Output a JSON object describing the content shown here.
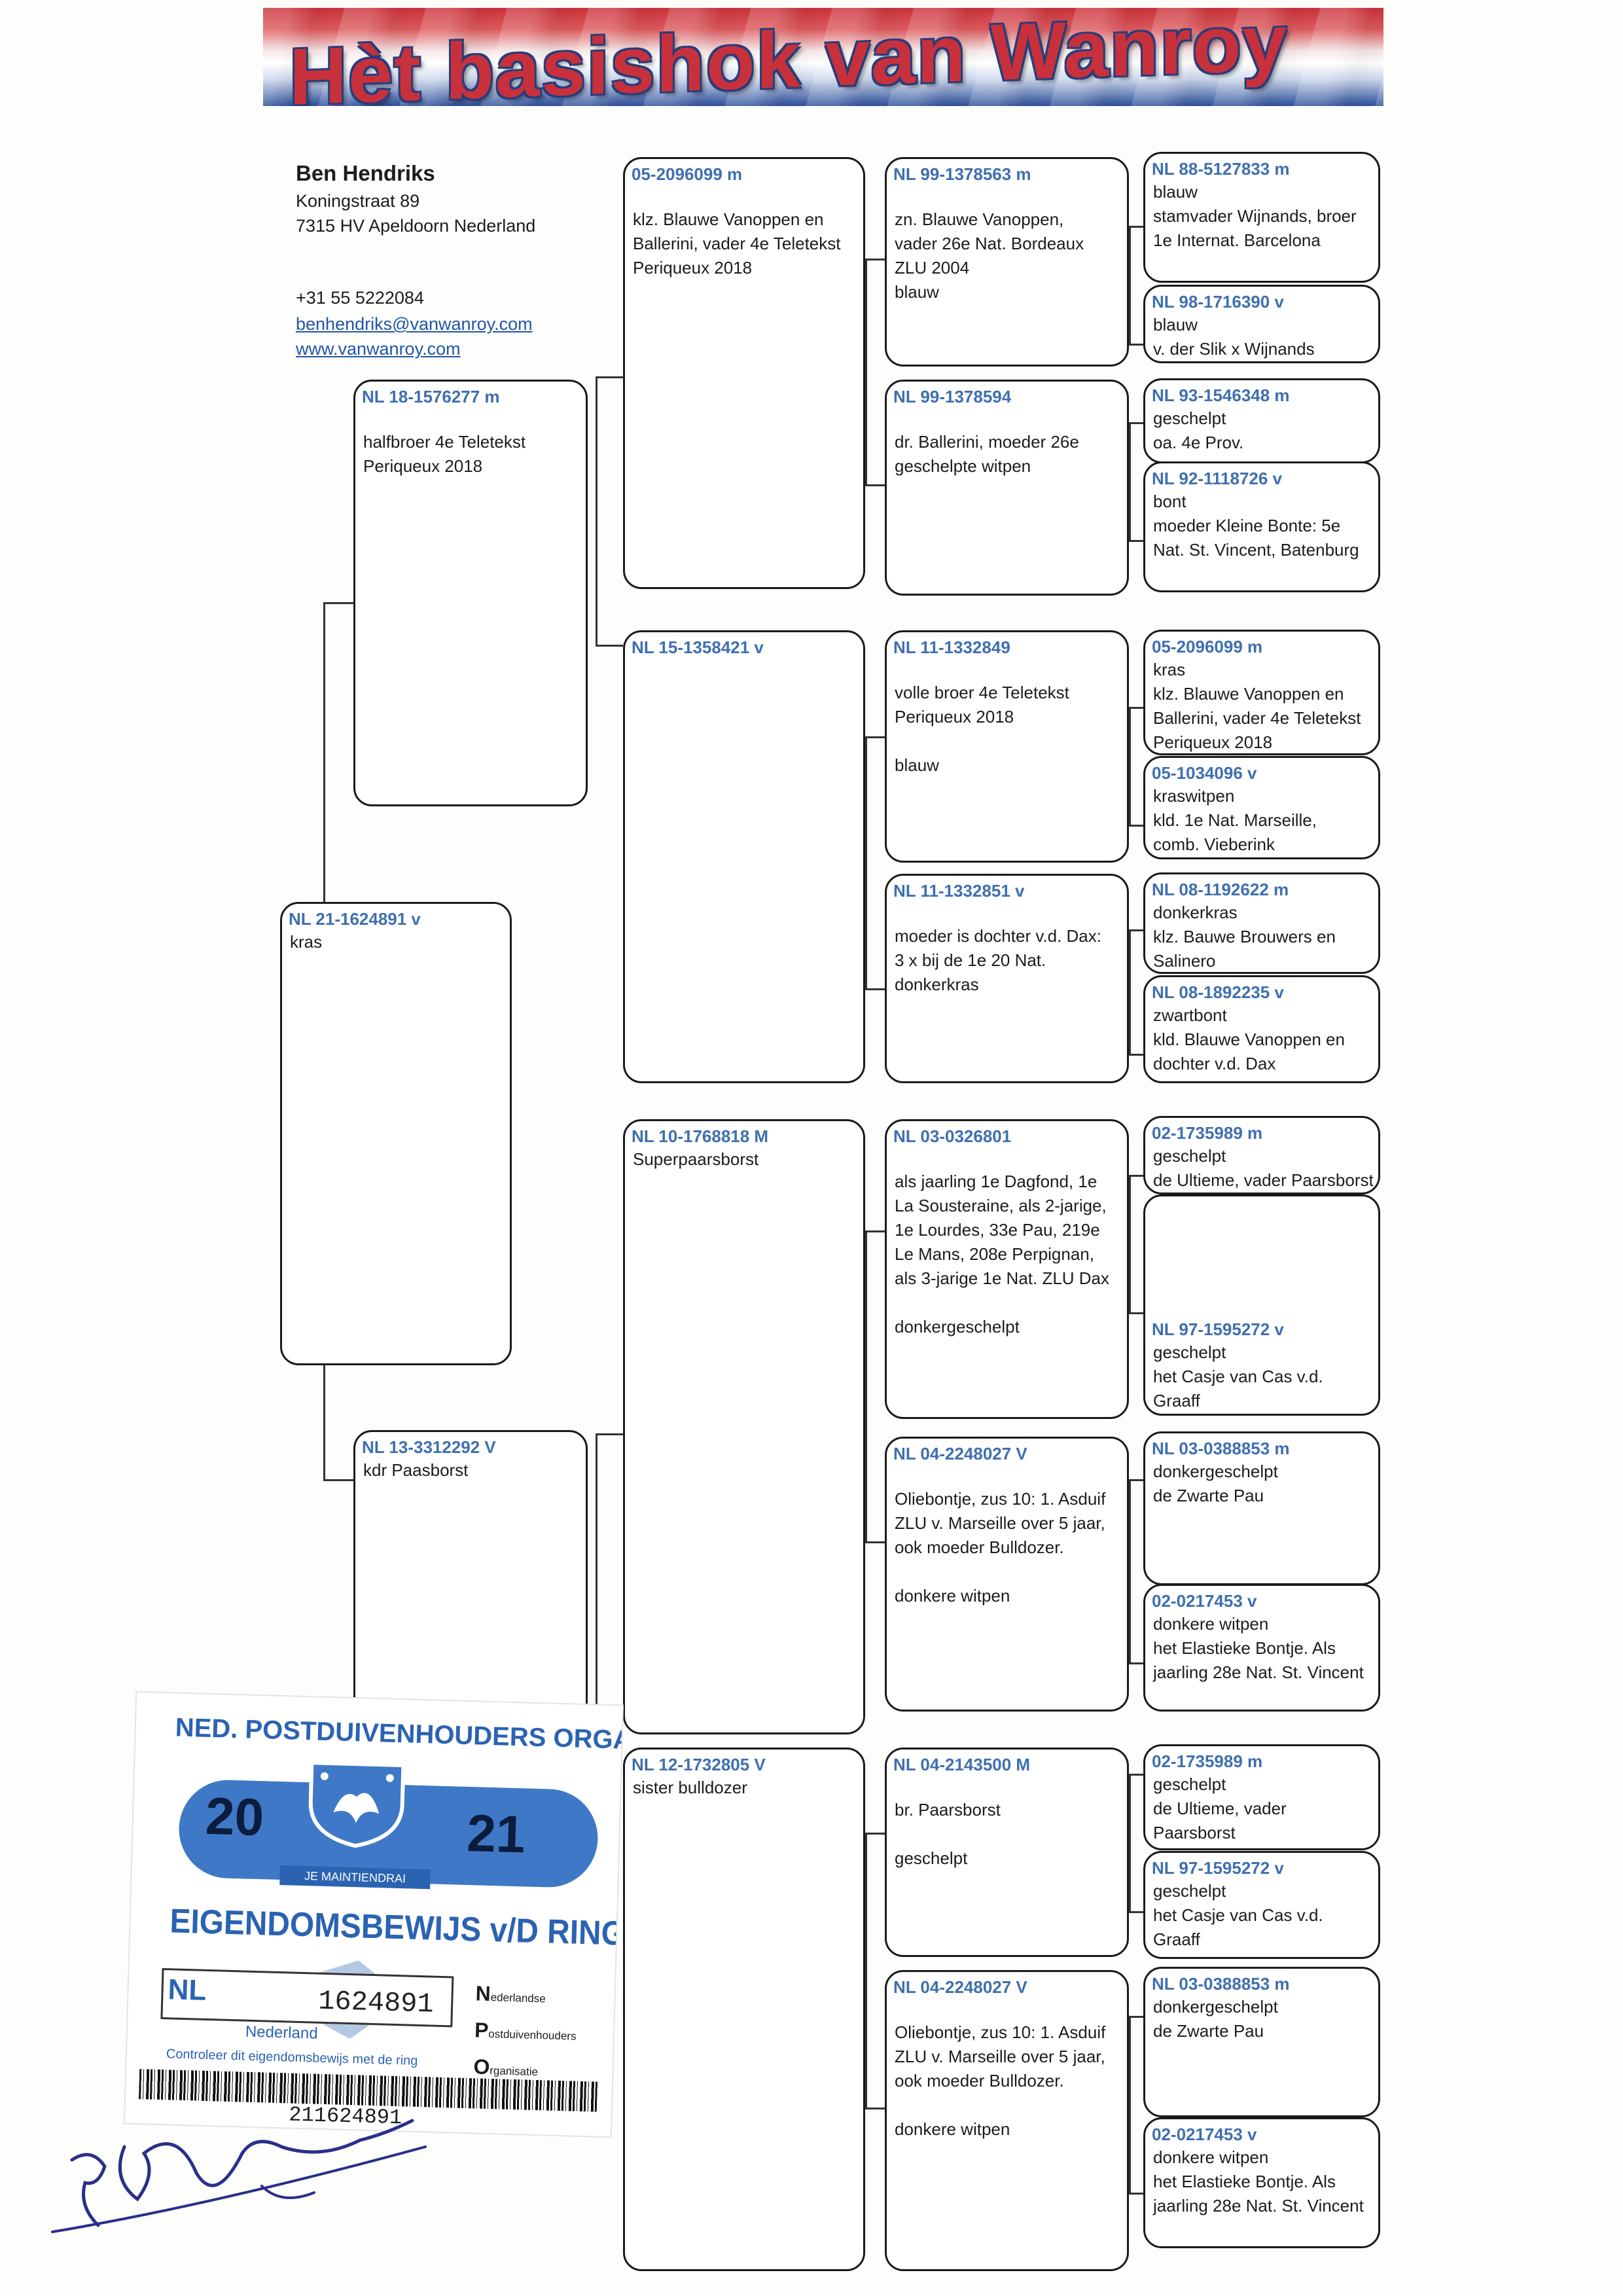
{
  "banner": {
    "title": "Hèt basishok van Wanroy"
  },
  "breeder": {
    "name": "Ben Hendriks",
    "street": "Koningstraat 89",
    "city": "7315 HV Apeldoorn Nederland",
    "phone": "+31 55 5222084",
    "email": "benhendriks@vanwanroy.com",
    "website": "www.vanwanroy.com"
  },
  "pigeon": {
    "ring": "NL 21-1624891 v",
    "lines": [
      "kras"
    ]
  },
  "father": {
    "ring": "NL 18-1576277 m",
    "lines": [
      "halfbroer 4e Teletekst",
      "Periqueux 2018"
    ]
  },
  "mother": {
    "ring": "NL 13-3312292 V",
    "lines": [
      "kdr Paasborst"
    ]
  },
  "gen3": {
    "ff": {
      "ring": "05-2096099 m",
      "lines": [
        "klz. Blauwe Vanoppen en",
        "Ballerini, vader 4e Teletekst",
        "Periqueux 2018"
      ]
    },
    "fm": {
      "ring": "NL 15-1358421 v",
      "lines": []
    },
    "mf": {
      "ring": "NL 10-1768818 M",
      "lines": [
        "Superpaarsborst"
      ]
    },
    "mm": {
      "ring": "NL 12-1732805 V",
      "lines": [
        "sister bulldozer"
      ]
    }
  },
  "gen4": {
    "fff": {
      "ring": "NL 99-1378563 m",
      "lines": [
        "zn. Blauwe Vanoppen,",
        "vader 26e Nat. Bordeaux",
        "ZLU 2004",
        "blauw"
      ]
    },
    "ffm": {
      "ring": "NL 99-1378594",
      "lines": [
        "dr. Ballerini, moeder 26e",
        "geschelpte witpen"
      ]
    },
    "fmf": {
      "ring": "NL 11-1332849",
      "lines": [
        "volle broer 4e Teletekst",
        "Periqueux 2018"
      ],
      "color": "blauw"
    },
    "fmm": {
      "ring": "NL 11-1332851 v",
      "lines": [
        "moeder is dochter v.d. Dax:",
        "3 x bij de 1e 20 Nat.",
        "donkerkras"
      ]
    },
    "mff": {
      "ring": "NL 03-0326801",
      "lines": [
        "als jaarling 1e Dagfond, 1e",
        "La Sousteraine, als 2-jarige,",
        "1e Lourdes, 33e Pau, 219e",
        "Le Mans, 208e Perpignan,",
        "als 3-jarige 1e Nat. ZLU Dax"
      ],
      "color": "donkergeschelpt"
    },
    "mfm": {
      "ring": "NL 04-2248027 V",
      "lines": [
        "Oliebontje, zus 10: 1. Asduif",
        "ZLU v. Marseille over 5 jaar,",
        "ook moeder Bulldozer."
      ],
      "color": "donkere witpen"
    },
    "mmf": {
      "ring": "NL 04-2143500 M",
      "lines": [
        "br. Paarsborst"
      ],
      "color": "geschelpt"
    },
    "mmm": {
      "ring": "NL 04-2248027 V",
      "lines": [
        "Oliebontje, zus 10: 1. Asduif",
        "ZLU v. Marseille over 5 jaar,",
        "ook moeder Bulldozer."
      ],
      "color": "donkere witpen"
    }
  },
  "gen5": [
    {
      "ring": "NL 88-5127833 m",
      "lines": [
        "blauw",
        "stamvader Wijnands, broer",
        "1e Internat. Barcelona"
      ]
    },
    {
      "ring": "NL 98-1716390 v",
      "lines": [
        "blauw",
        "v. der Slik x Wijnands"
      ]
    },
    {
      "ring": "NL  93-1546348 m",
      "lines": [
        "geschelpt",
        "oa. 4e Prov."
      ]
    },
    {
      "ring": "NL 92-1118726 v",
      "lines": [
        "bont",
        "moeder Kleine Bonte: 5e",
        "Nat. St. Vincent, Batenburg"
      ]
    },
    {
      "ring": "05-2096099 m",
      "lines": [
        "kras",
        "klz. Blauwe Vanoppen en",
        "Ballerini, vader 4e Teletekst",
        "Periqueux 2018"
      ]
    },
    {
      "ring": "05-1034096 v",
      "lines": [
        "kraswitpen",
        "kld. 1e Nat. Marseille,",
        "comb. Vieberink"
      ]
    },
    {
      "ring": "NL 08-1192622 m",
      "lines": [
        "donkerkras",
        "klz. Bauwe Brouwers en",
        "Salinero"
      ]
    },
    {
      "ring": "NL 08-1892235 v",
      "lines": [
        "zwartbont",
        "kld. Blauwe Vanoppen en",
        "dochter v.d. Dax"
      ]
    },
    {
      "ring": "02-1735989 m",
      "lines": [
        "geschelpt",
        "de Ultieme, vader Paarsborst"
      ]
    },
    {
      "ring": "NL 97-1595272 v",
      "lines": [
        "geschelpt",
        "het Casje van Cas v.d.",
        "Graaff"
      ]
    },
    {
      "ring": "NL 03-0388853 m",
      "lines": [
        "donkergeschelpt",
        "de Zwarte Pau"
      ]
    },
    {
      "ring": "02-0217453 v",
      "lines": [
        "donkere witpen",
        "het Elastieke Bontje. Als",
        "jaarling 28e Nat. St. Vincent"
      ]
    },
    {
      "ring": "02-1735989 m",
      "lines": [
        "geschelpt",
        "de Ultieme, vader",
        "Paarsborst"
      ]
    },
    {
      "ring": "NL 97-1595272 v",
      "lines": [
        "geschelpt",
        "het Casje van Cas v.d.",
        "Graaff"
      ]
    },
    {
      "ring": "NL 03-0388853 m",
      "lines": [
        "donkergeschelpt",
        "de Zwarte Pau"
      ]
    },
    {
      "ring": "02-0217453 v",
      "lines": [
        "donkere witpen",
        "het Elastieke Bontje. Als",
        "jaarling 28e Nat. St. Vincent"
      ]
    }
  ],
  "card": {
    "header": "NED. POSTDUIVENHOUDERS ORGANISATIE",
    "year_left": "20",
    "year_right": "21",
    "motto": "JE MAINTIENDRAI",
    "title": "EIGENDOMSBEWIJS v/D RING",
    "country_code": "NL",
    "ring_number": "1624891",
    "country": "Nederland",
    "check": "Controleer dit eigendomsbewijs met de ring",
    "npo_n": "N",
    "npo_n_rest": "ederlandse",
    "npo_p": "P",
    "npo_p_rest": "ostduivenhouders",
    "npo_o": "O",
    "npo_o_rest": "rganisatie",
    "barcode_number": "211624891"
  },
  "colors": {
    "ring_blue": "#3f6fb0",
    "banner_red": "#c8313b",
    "banner_blue": "#2a3d7a",
    "card_blue": "#2b63b3"
  }
}
